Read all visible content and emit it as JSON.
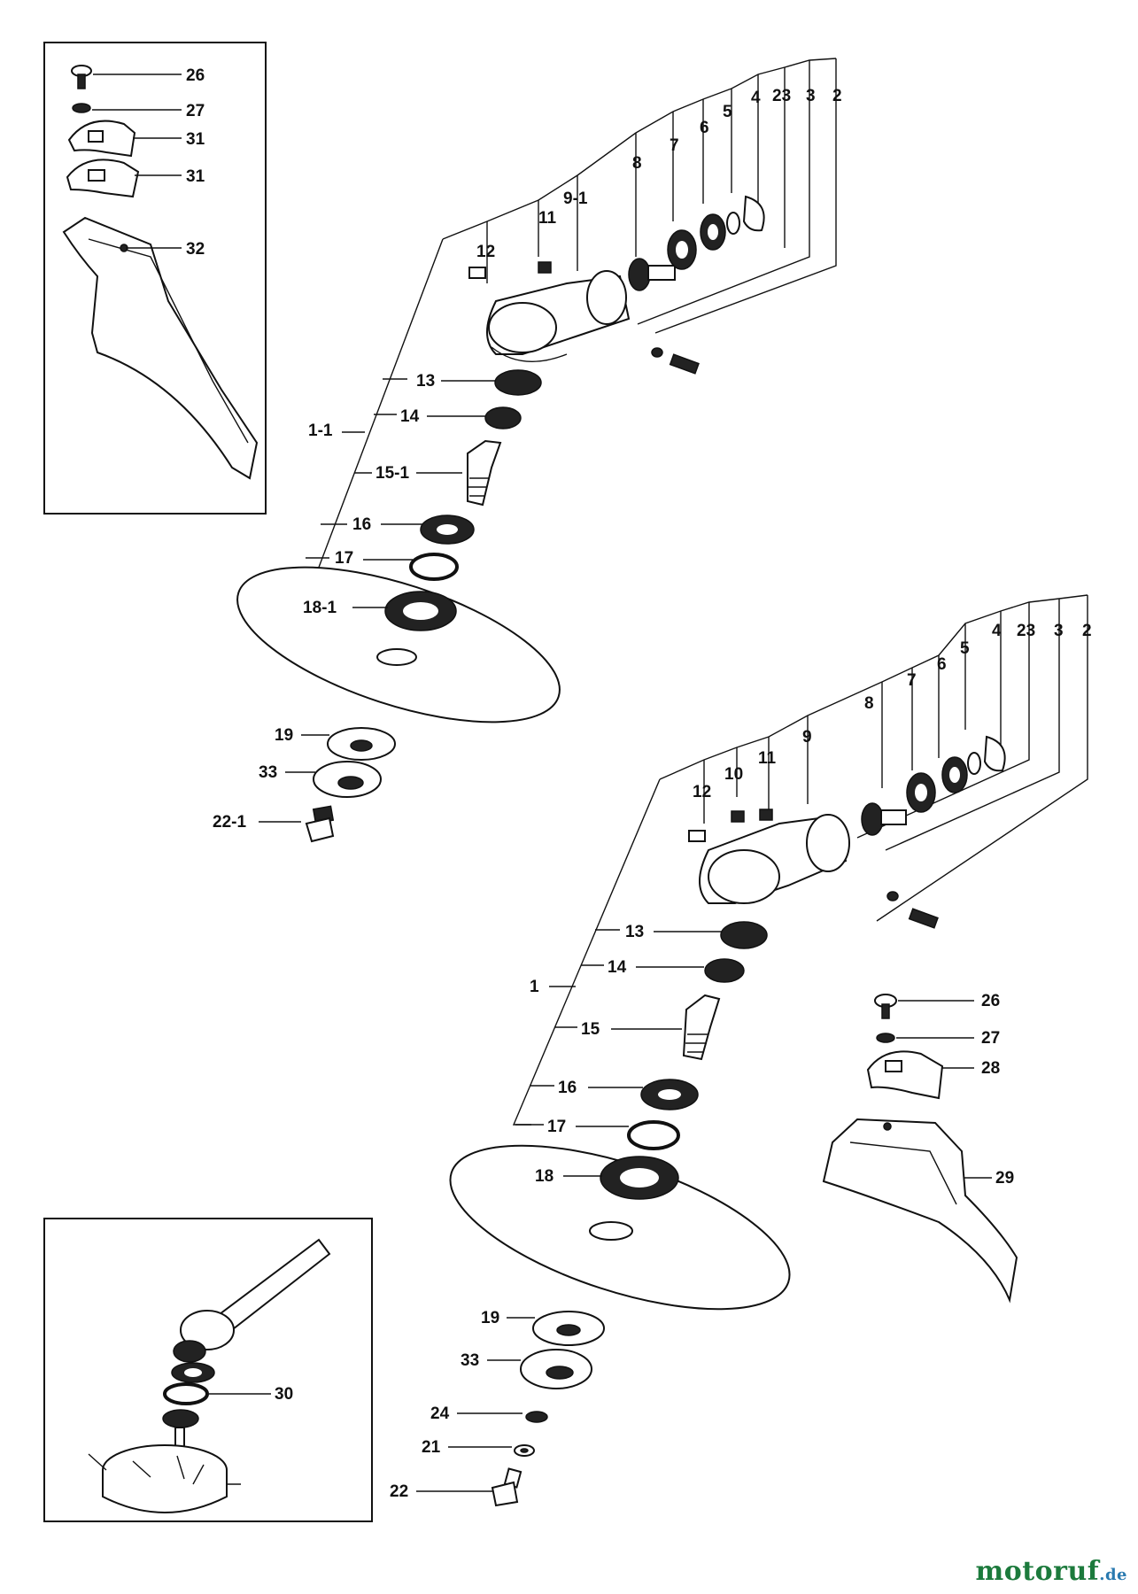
{
  "watermark": {
    "text": "motoruf",
    "suffix": ".de",
    "color": "#1c7a3c"
  },
  "top_left_box": {
    "labels": [
      "26",
      "27",
      "31",
      "31",
      "32"
    ]
  },
  "upper_assembly": {
    "column_labels": [
      "12",
      "11",
      "9-1",
      "8",
      "7",
      "6",
      "5",
      "4",
      "23",
      "3",
      "2"
    ],
    "bracket_label": "1-1",
    "stack_labels": [
      "13",
      "14",
      "15-1",
      "16",
      "17",
      "18-1"
    ],
    "lower_labels": [
      "19",
      "33",
      "22-1"
    ]
  },
  "lower_assembly": {
    "column_labels": [
      "12",
      "10",
      "11",
      "9",
      "8",
      "7",
      "6",
      "5",
      "4",
      "23",
      "3",
      "2"
    ],
    "bracket_label": "1",
    "stack_labels": [
      "13",
      "14",
      "15",
      "16",
      "17",
      "18"
    ],
    "lower_labels": [
      "19",
      "33",
      "24",
      "21",
      "22"
    ]
  },
  "guard_labels": [
    "26",
    "27",
    "28",
    "29"
  ],
  "bottom_left_box": {
    "label": "30"
  }
}
